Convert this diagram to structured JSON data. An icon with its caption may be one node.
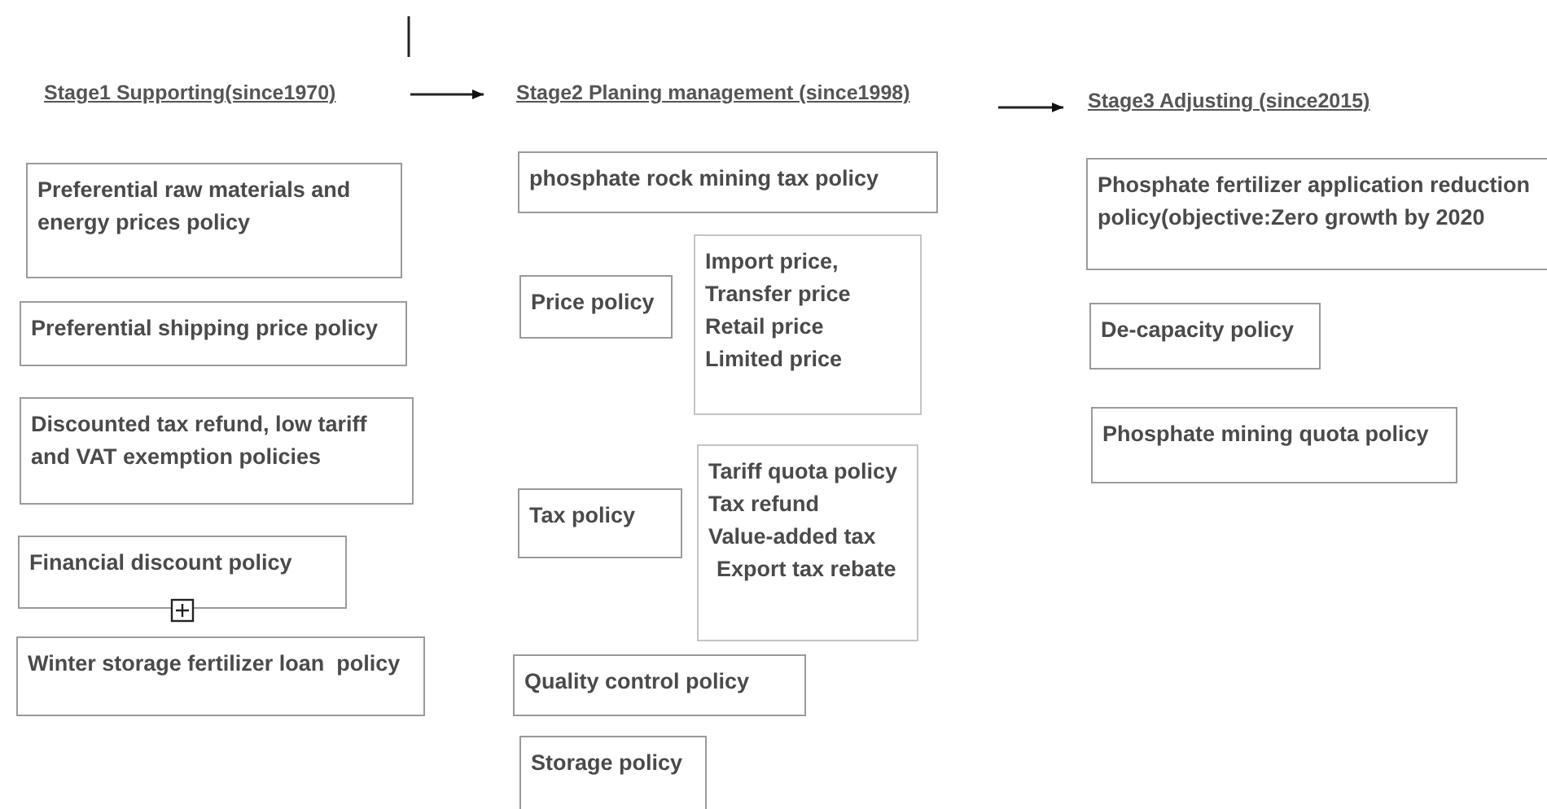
{
  "diagram": {
    "nodes": [
      {
        "text": [
          "Stage1 Supporting(since1970)"
        ]
      },
      {
        "text": [
          "Stage2 Planing management (since1998)"
        ]
      },
      {
        "text": [
          "Stage3  Adjusting (since2015)"
        ]
      },
      {
        "text": [
          "Preferential raw materials and energy prices policy"
        ]
      },
      {
        "text": [
          "Preferential shipping price policy"
        ]
      },
      {
        "text": [
          "Discounted tax refund, low tariff and VAT exemption policies"
        ]
      },
      {
        "text": [
          "Financial discount policy"
        ]
      },
      {
        "text": [
          "Winter storage fertilizer loan  policy"
        ]
      },
      {
        "text": [
          "phosphate rock mining tax policy"
        ]
      },
      {
        "text": [
          "Price policy"
        ]
      },
      {
        "text": [
          "Import price,",
          "Transfer price",
          "Retail price",
          "Limited price"
        ]
      },
      {
        "text": [
          "Tax policy"
        ]
      },
      {
        "text": [
          "Tariff quota policy",
          "Tax refund",
          "Value-added tax",
          "Export tax rebate"
        ]
      },
      {
        "text": [
          "Quality control policy"
        ]
      },
      {
        "text": [
          "Storage policy"
        ]
      },
      {
        "text": [
          "Phosphate fertilizer application reduction policy(objective:Zero growth by 2020"
        ]
      },
      {
        "text": [
          "De-capacity policy"
        ]
      },
      {
        "text": [
          "Phosphate mining quota policy"
        ]
      }
    ],
    "edges": [
      {
        "from": 0,
        "to": 1,
        "arrow": "to"
      },
      {
        "from": 1,
        "to": 2,
        "arrow": "to"
      }
    ]
  }
}
